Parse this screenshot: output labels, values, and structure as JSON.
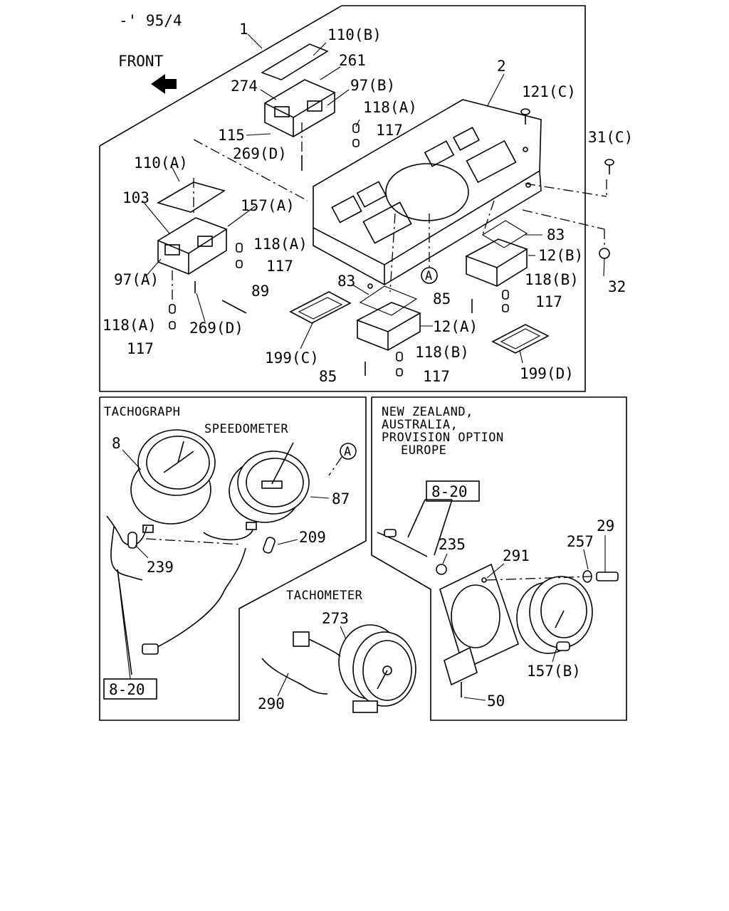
{
  "header": {
    "date_code": "-' 95/4",
    "front_label": "FRONT"
  },
  "sections": {
    "tachograph": "TACHOGRAPH",
    "speedometer": "SPEEDOMETER",
    "tachometer": "TACHOMETER",
    "regional_lines": [
      "NEW ZEALAND,",
      "AUSTRALIA,",
      "PROVISION OPTION",
      "EUROPE"
    ]
  },
  "callouts": {
    "c1": "1",
    "c110b": "110(B)",
    "c261": "261",
    "c274": "274",
    "c97b": "97(B)",
    "c2": "2",
    "c121c": "121(C)",
    "c118a_1": "118(A)",
    "c117_1": "117",
    "c115": "115",
    "c269d_1": "269(D)",
    "c31c": "31(C)",
    "c110a": "110(A)",
    "c103": "103",
    "c157a": "157(A)",
    "c118a_2": "118(A)",
    "c117_2": "117",
    "c97a": "97(A)",
    "c83_1": "83",
    "c12b": "12(B)",
    "c32": "32",
    "c118b_1": "118(B)",
    "c83_2": "83",
    "c89": "89",
    "c85_1": "85",
    "c117_3": "117",
    "c118a_3": "118(A)",
    "c269d_2": "269(D)",
    "c12a": "12(A)",
    "c117_4": "117",
    "c118b_2": "118(B)",
    "c199c": "199(C)",
    "c199d": "199(D)",
    "c85_2": "85",
    "c117_5": "117",
    "c8": "8",
    "c87": "87",
    "c209": "209",
    "c239": "239",
    "ref_8_20_a": "8-20",
    "ref_8_20_b": "8-20",
    "c235": "235",
    "c291": "291",
    "c257": "257",
    "c29": "29",
    "c273": "273",
    "c290": "290",
    "c157b": "157(B)",
    "c50": "50",
    "circle_a_1": "A",
    "circle_a_2": "A"
  }
}
